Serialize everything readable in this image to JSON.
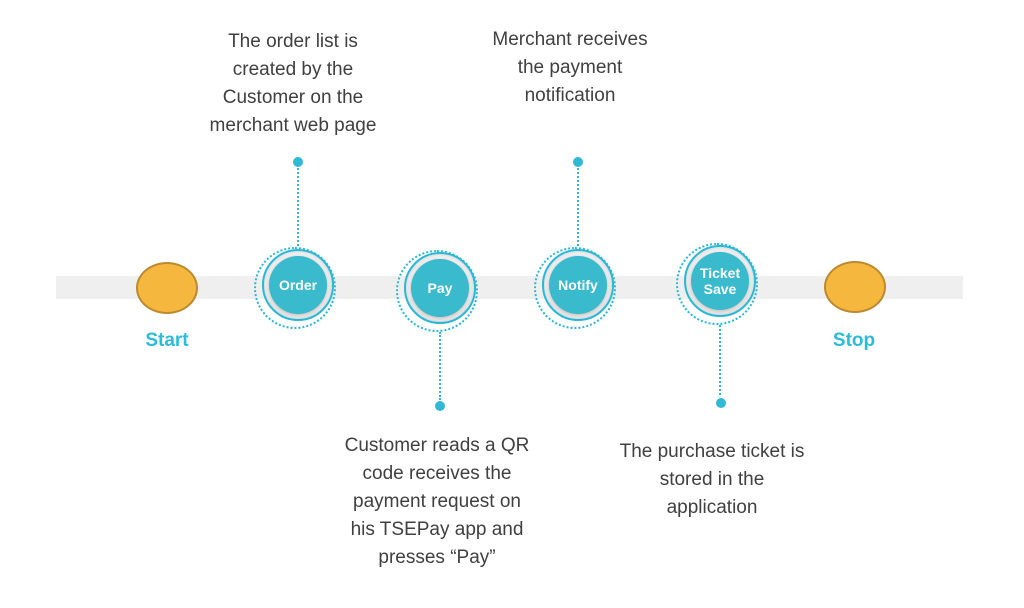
{
  "diagram": {
    "start": {
      "label": "Start"
    },
    "stop": {
      "label": "Stop"
    },
    "steps": [
      {
        "id": "order",
        "label": "Order",
        "note": "The order list is\ncreated by the\nCustomer on the\nmerchant web page",
        "note_position": "above"
      },
      {
        "id": "pay",
        "label": "Pay",
        "note": "Customer reads a QR\ncode receives the\npayment request on\nhis TSEPay app and\npresses “Pay”",
        "note_position": "below"
      },
      {
        "id": "notify",
        "label": "Notify",
        "note": "Merchant receives\nthe payment\nnotification",
        "note_position": "above"
      },
      {
        "id": "ticket-save",
        "label": "Ticket\nSave",
        "note": "The purchase ticket is\nstored in the\napplication",
        "note_position": "below"
      }
    ],
    "colors": {
      "teal_stroke": "#29b8d6",
      "teal_fill": "#3abacd",
      "teal_label": "#2abdd9",
      "orange_fill": "#f6b73e",
      "orange_border": "#bc8a2f",
      "band_gray": "#efefef",
      "note_text": "#404040"
    }
  }
}
